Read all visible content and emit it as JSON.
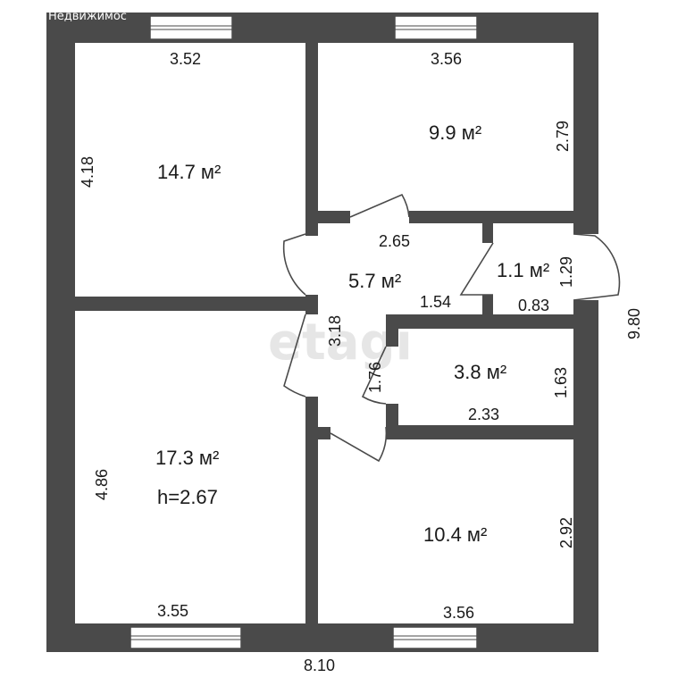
{
  "source_label": "Недвижимос",
  "watermark": "etagi",
  "rooms": {
    "bedroom_top_left": {
      "area": "14.7 м²",
      "width": "3.52",
      "depth": "4.18"
    },
    "bedroom_top_right": {
      "area": "9.9 м²",
      "width": "3.56",
      "depth": "2.79"
    },
    "hallway": {
      "area": "5.7 м²",
      "dim_a": "2.65",
      "dim_b": "1.54",
      "dim_c": "3.18",
      "dim_d": "1.76"
    },
    "bathroom": {
      "area": "1.1 м²",
      "width": "0.83",
      "depth": "1.29"
    },
    "storage": {
      "area": "3.8 м²",
      "width": "2.33",
      "depth": "1.63"
    },
    "living_room": {
      "area": "17.3 м²",
      "height_label": "h=2.67",
      "width": "3.55",
      "depth": "4.86"
    },
    "bedroom_bottom_right": {
      "area": "10.4 м²",
      "width": "3.56",
      "depth": "2.92"
    }
  },
  "overall": {
    "width": "8.10",
    "length": "9.80"
  },
  "colors": {
    "wall": "#4a4a4a",
    "background": "#ffffff",
    "watermark": "#e6e6e6"
  }
}
